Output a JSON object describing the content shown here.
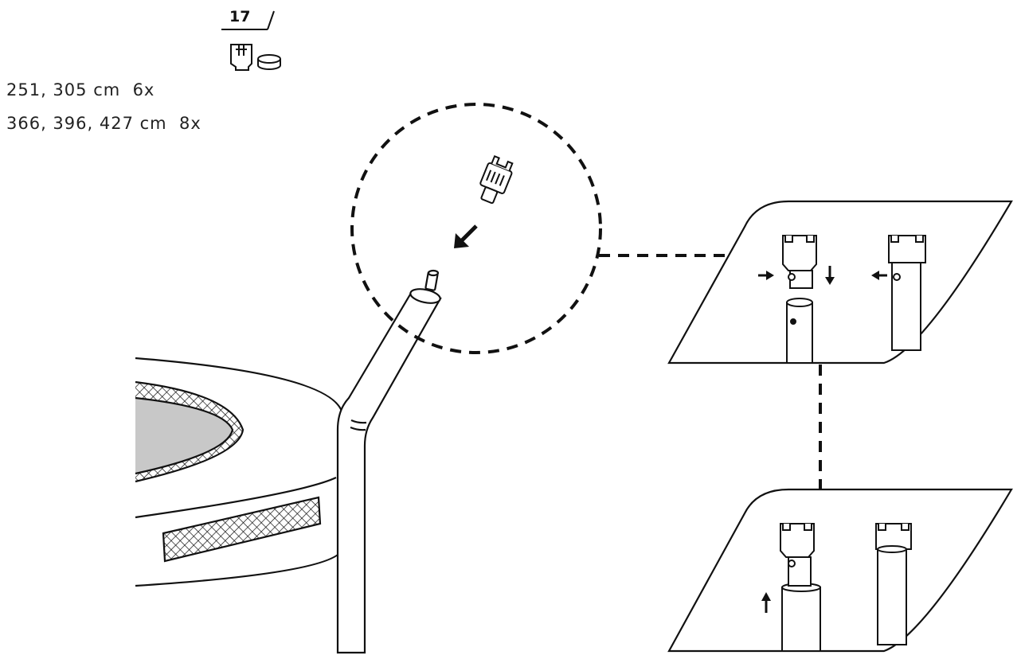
{
  "part": {
    "number": "17"
  },
  "quantities": [
    {
      "sizes": "251, 305 cm",
      "count": "6x"
    },
    {
      "sizes": "366, 396, 427 cm",
      "count": "8x"
    }
  ],
  "colors": {
    "line": "#111111",
    "text": "#222222",
    "mat": "#c8c8c8",
    "background": "#ffffff"
  },
  "icons": [
    "pole-cap-icon",
    "washer-icon",
    "arrow-right-icon",
    "arrow-left-icon",
    "arrow-down-icon",
    "arrow-up-icon",
    "insert-arrow-icon"
  ]
}
